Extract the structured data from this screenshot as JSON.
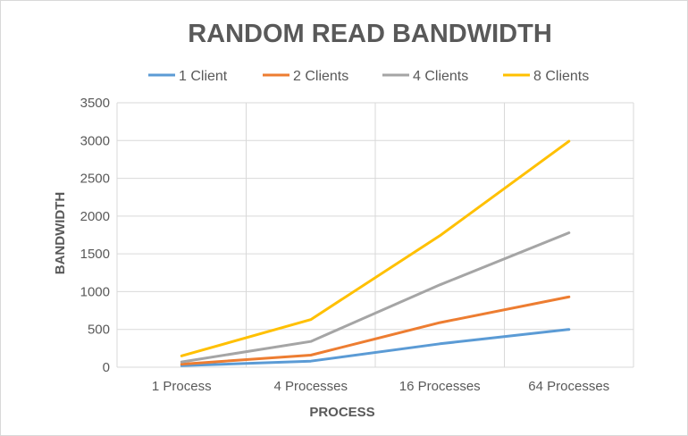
{
  "chart_data": {
    "type": "line",
    "title": "RANDOM READ BANDWIDTH",
    "xlabel": "PROCESS",
    "ylabel": "BANDWIDTH",
    "categories": [
      "1 Process",
      "4 Processes",
      "16 Processes",
      "64 Processes"
    ],
    "ylim": [
      0,
      3500
    ],
    "yticks": [
      0,
      500,
      1000,
      1500,
      2000,
      2500,
      3000,
      3500
    ],
    "grid": true,
    "legend_position": "top",
    "series": [
      {
        "name": "1 Client",
        "color": "#5b9bd5",
        "values": [
          20,
          80,
          310,
          500
        ]
      },
      {
        "name": "2 Clients",
        "color": "#ed7d31",
        "values": [
          40,
          160,
          590,
          930
        ]
      },
      {
        "name": "4 Clients",
        "color": "#a5a5a5",
        "values": [
          70,
          340,
          1090,
          1780
        ]
      },
      {
        "name": "8 Clients",
        "color": "#ffc000",
        "values": [
          150,
          630,
          1740,
          2990
        ]
      }
    ]
  }
}
